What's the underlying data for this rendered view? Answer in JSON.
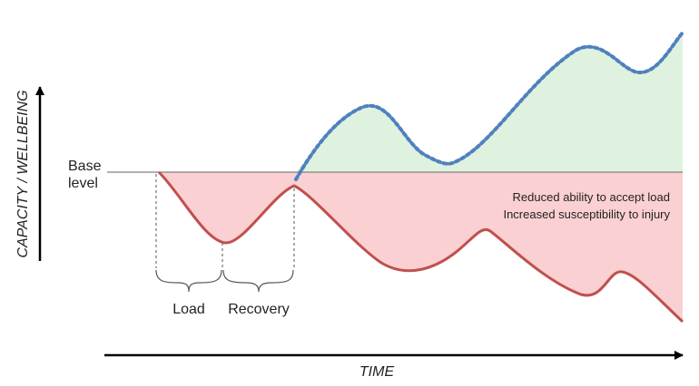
{
  "diagram": {
    "y_axis_label": "CAPACITY / WELLBEING",
    "x_axis_label": "TIME",
    "base_label_line1": "Base",
    "base_label_line2": "level",
    "load_label": "Load",
    "recovery_label": "Recovery",
    "note_line1": "Reduced ability to accept load",
    "note_line2": "Increased susceptibility to injury"
  },
  "colors": {
    "decline_fill": "#fbd0d2",
    "decline_line": "#c0504d",
    "growth_fill": "#dff2df",
    "growth_line": "#4f81bd",
    "axis": "#000000",
    "base_line": "#808080",
    "guide": "#555555"
  }
}
